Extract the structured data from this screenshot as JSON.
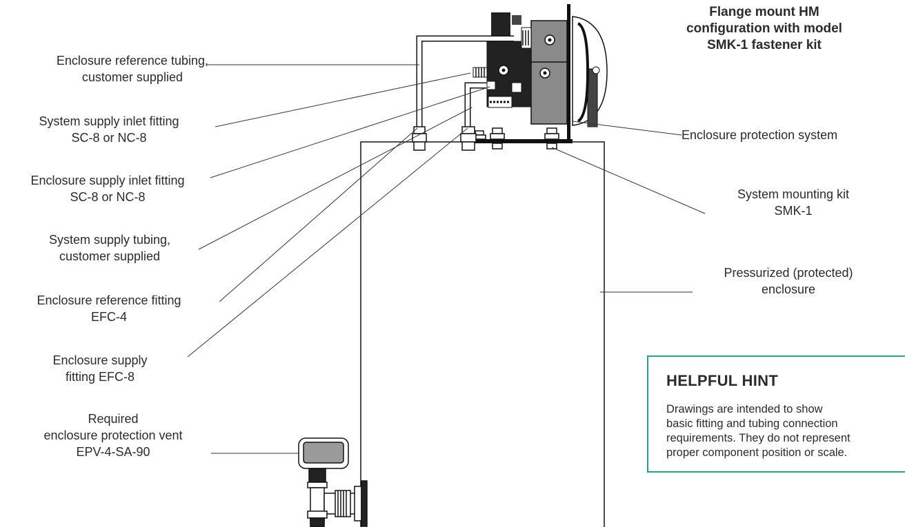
{
  "title": [
    "Flange mount HM",
    "configuration with model",
    "SMK-1 fastener kit"
  ],
  "labels": {
    "ref_tubing": [
      "Enclosure reference tubing,",
      "customer supplied"
    ],
    "sys_inlet": [
      "System supply inlet fitting",
      "SC-8 or NC-8"
    ],
    "enc_inlet": [
      "Enclosure supply inlet fitting",
      "SC-8 or NC-8"
    ],
    "sys_tubing": [
      "System supply tubing,",
      "customer supplied"
    ],
    "ref_fitting": [
      "Enclosure reference fitting",
      "EFC-4"
    ],
    "supply_fitting": [
      "Enclosure supply",
      "fitting EFC-8"
    ],
    "vent": [
      "Required",
      "enclosure protection vent",
      "EPV-4-SA-90"
    ],
    "protection_system": [
      "Enclosure protection system"
    ],
    "mounting_kit": [
      "System mounting kit",
      "SMK-1"
    ],
    "pressurized": [
      "Pressurized (protected)",
      "enclosure"
    ]
  },
  "hint": {
    "title": "HELPFUL HINT",
    "lines": [
      "Drawings are intended to show",
      "basic fitting and tubing connection",
      "requirements. They do not represent",
      "proper component position or scale."
    ],
    "border_color": "#1ea790"
  }
}
